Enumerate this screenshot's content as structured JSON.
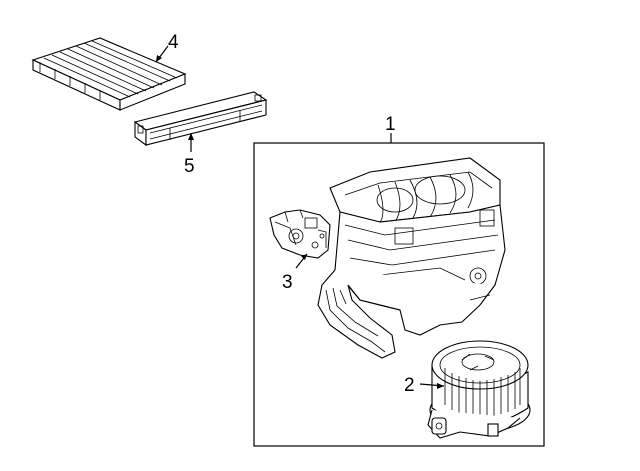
{
  "callouts": {
    "housing": "1",
    "blower_motor": "2",
    "actuator": "3",
    "cabin_filter": "4",
    "filter_cover": "5"
  },
  "icons": {
    "cabin_filter": "cabin-air-filter-icon",
    "filter_cover": "filter-cover-icon",
    "actuator": "servo-actuator-icon",
    "housing": "heater-housing-icon",
    "blower_motor": "blower-motor-icon"
  }
}
